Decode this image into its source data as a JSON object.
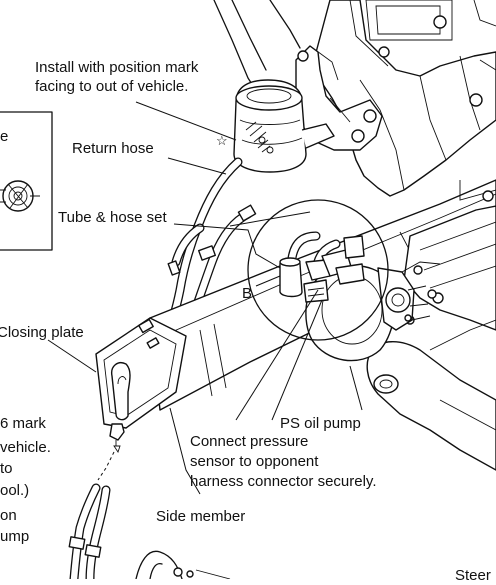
{
  "labels": {
    "install_mark_line1": "Install with position mark",
    "install_mark_line2": "facing to out of vehicle.",
    "return_hose": "Return hose",
    "tube_hose_set": "Tube & hose set",
    "point_b": "B",
    "closing_plate": "Closing plate",
    "ps_oil_pump": "PS oil pump",
    "connect_line1": "Connect pressure",
    "connect_line2": "sensor to opponent",
    "connect_line3": "harness connector securely.",
    "side_member": "Side member",
    "left_cut_1": "6 mark",
    "left_cut_2": "vehicle.",
    "left_cut_3": "to",
    "left_cut_4": "ool.)",
    "left_cut_5": "on",
    "left_cut_6": "ump",
    "inset_cut": "e",
    "bottom_right_cut": "Steer"
  },
  "colors": {
    "line": "#111111",
    "background": "#ffffff"
  }
}
